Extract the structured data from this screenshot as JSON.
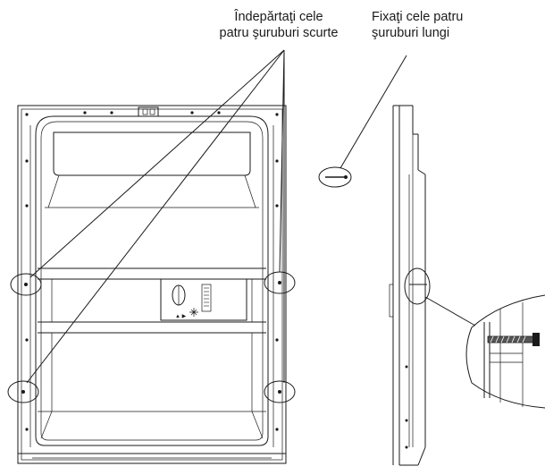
{
  "annotations": {
    "remove_short_screws": {
      "line1": "Îndepărtaţi cele",
      "line2": "patru şuruburi scurte"
    },
    "fix_long_screws": {
      "line1": "Fixaţi cele patru",
      "line2": "şuruburi lungi"
    }
  },
  "colors": {
    "line": "#1a1a1a",
    "background": "#ffffff"
  }
}
